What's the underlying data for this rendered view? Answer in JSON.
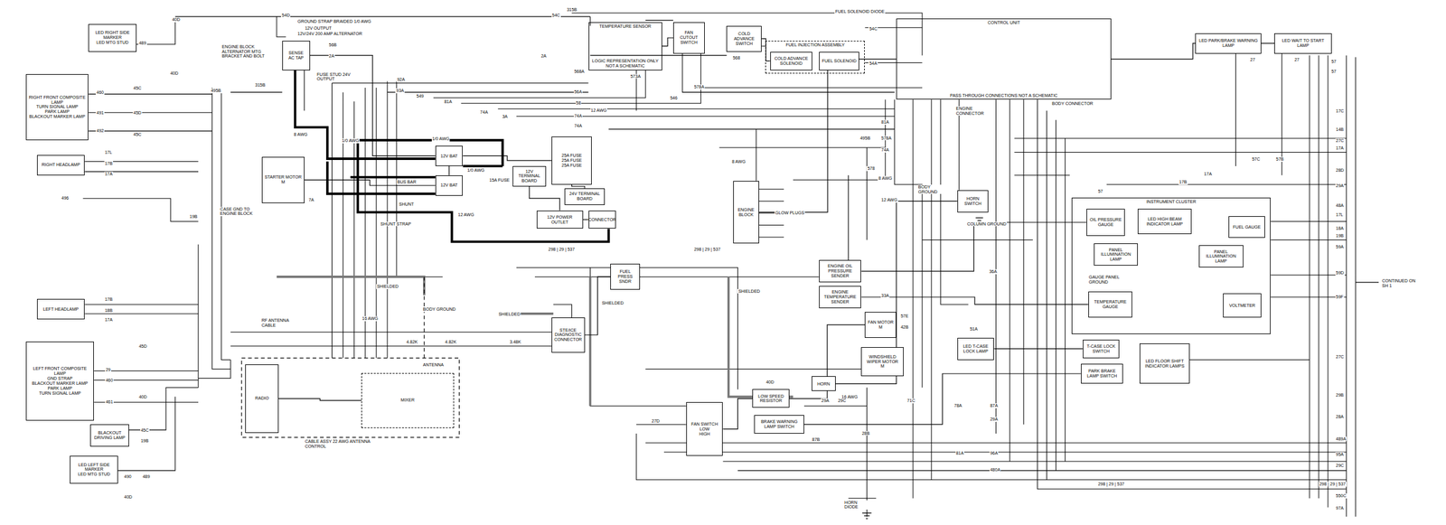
{
  "diagram": {
    "nodes": [
      {
        "text": [
          "CONTROL UNIT",
          "PASS THROUGH CONNECTIONS NOT A SCHEMATIC"
        ]
      },
      {
        "text": [
          "TEMPERATURE SENSOR",
          "LOGIC REPRESENTATION ONLY NOT A SCHEMATIC"
        ]
      },
      {
        "text": [
          "FAN CUTOUT SWITCH"
        ]
      },
      {
        "text": [
          "COLD ADVANCE SWITCH"
        ]
      },
      {
        "text": [
          "FUEL INJECTION ASSEMBLY"
        ]
      },
      {
        "text": [
          "COLD ADVANCE SOLENOID"
        ],
        "in": 4
      },
      {
        "text": [
          "FUEL SOLENOID"
        ],
        "in": 4
      },
      {
        "text": [
          "SENSE",
          "AC TAP"
        ]
      },
      {
        "text": [
          "STARTER MOTOR",
          "M"
        ]
      },
      {
        "text": [
          "12V BAT"
        ]
      },
      {
        "text": [
          "12V BAT"
        ]
      },
      {
        "text": [
          "25A FUSE",
          "25A FUSE",
          "25A FUSE"
        ]
      },
      {
        "text": [
          "12V TERMINAL BOARD"
        ]
      },
      {
        "text": [
          "24V TERMINAL BOARD"
        ]
      },
      {
        "text": [
          "12V POWER OUTLET"
        ]
      },
      {
        "text": [
          "CONNECTOR"
        ]
      },
      {
        "text": [
          "FUEL PRESS SNDR"
        ]
      },
      {
        "text": [
          "STE/ICE DIAGNOSTIC CONNECTOR"
        ]
      },
      {
        "text": [
          "RADIO"
        ]
      },
      {
        "text": [
          "MIXER"
        ]
      },
      {
        "text": [
          "ENGINE BLOCK"
        ]
      },
      {
        "text": [
          "HORN SWITCH"
        ]
      },
      {
        "text": [
          "INSTRUMENT CLUSTER"
        ]
      },
      {
        "text": [
          "OIL PRESSURE GAUGE"
        ],
        "in": 22
      },
      {
        "text": [
          "LED HIGH BEAM INDICATOR LAMP"
        ],
        "in": 22
      },
      {
        "text": [
          "FUEL GAUGE"
        ],
        "in": 22
      },
      {
        "text": [
          "PANEL ILLUMINATION LAMP"
        ],
        "in": 22
      },
      {
        "text": [
          "PANEL ILLUMINATION LAMP"
        ],
        "in": 22
      },
      {
        "text": [
          "TEMPERATURE GAUGE"
        ],
        "in": 22
      },
      {
        "text": [
          "VOLTMETER"
        ],
        "in": 22
      },
      {
        "text": [
          "T-CASE LOCK SWITCH"
        ]
      },
      {
        "text": [
          "PARK BRAKE LAMP SWITCH"
        ]
      },
      {
        "text": [
          "LED FLOOR SHIFT INDICATOR LAMPS"
        ]
      },
      {
        "text": [
          "LED T-CASE LOCK LAMP"
        ]
      },
      {
        "text": [
          "FAN MOTOR",
          "M"
        ]
      },
      {
        "text": [
          "WINDSHIELD WIPER MOTOR",
          "M"
        ]
      },
      {
        "text": [
          "ENGINE OIL PRESSURE SENDER"
        ]
      },
      {
        "text": [
          "ENGINE TEMPERATURE SENDER"
        ]
      },
      {
        "text": [
          "HORN"
        ]
      },
      {
        "text": [
          "FAN SWITCH",
          "LOW",
          "HIGH"
        ]
      },
      {
        "text": [
          "LOW SPEED RESISTOR"
        ]
      },
      {
        "text": [
          "BRAKE WARNING LAMP SWITCH"
        ]
      },
      {
        "text": [
          "RIGHT FRONT COMPOSITE LAMP",
          "TURN SIGNAL LAMP",
          "PARK LAMP",
          "BLACKOUT MARKER LAMP"
        ]
      },
      {
        "text": [
          "RIGHT HEADLAMP"
        ]
      },
      {
        "text": [
          "LEFT HEADLAMP"
        ]
      },
      {
        "text": [
          "LEFT FRONT COMPOSITE LAMP",
          "GND STRAP",
          "BLACKOUT MARKER LAMP",
          "PARK LAMP",
          "TURN SIGNAL LAMP"
        ]
      },
      {
        "text": [
          "BLACKOUT DRIVING LAMP"
        ]
      },
      {
        "text": [
          "LED RIGHT SIDE MARKER",
          "LED MTG STUD"
        ]
      },
      {
        "text": [
          "LED LEFT SIDE MARKER",
          "LED MTG STUD"
        ]
      },
      {
        "text": [
          "LED PARK/BRAKE WARNING LAMP"
        ]
      },
      {
        "text": [
          "LED WAIT TO START LAMP"
        ]
      }
    ],
    "edges": [
      {
        "from": 7,
        "to": 9,
        "arrow": "none"
      },
      {
        "from": 9,
        "to": 10,
        "arrow": "none"
      },
      {
        "from": 10,
        "to": 8,
        "arrow": "none"
      },
      {
        "from": 9,
        "to": 11,
        "arrow": "none"
      },
      {
        "from": 11,
        "to": 13,
        "arrow": "none"
      },
      {
        "from": 12,
        "to": 14,
        "arrow": "none"
      },
      {
        "from": 14,
        "to": 15,
        "arrow": "none"
      },
      {
        "from": 16,
        "to": 17,
        "arrow": "none"
      },
      {
        "from": 36,
        "to": 23,
        "arrow": "none"
      },
      {
        "from": 37,
        "to": 28,
        "arrow": "none"
      },
      {
        "from": 39,
        "to": 40,
        "arrow": "none"
      },
      {
        "from": 40,
        "to": 34,
        "arrow": "none"
      },
      {
        "from": 21,
        "to": 38,
        "arrow": "none"
      },
      {
        "from": 30,
        "to": 33,
        "arrow": "none"
      },
      {
        "from": 41,
        "to": 31,
        "arrow": "none"
      },
      {
        "from": 1,
        "to": 2,
        "arrow": "none"
      },
      {
        "from": 3,
        "to": 5,
        "arrow": "none"
      },
      {
        "from": 18,
        "to": 19,
        "arrow": "none"
      },
      {
        "from": 0,
        "to": 50,
        "arrow": "none"
      },
      {
        "from": 20,
        "to": 0,
        "arrow": "none"
      }
    ],
    "labels": [
      "GROUND STRAP BRAIDED 1/0 AWG",
      "12V OUTPUT",
      "12V/24V 200 AMP ALTERNATOR",
      "ENGINE BLOCK ALTERNATOR MTG BRACKET AND BOLT",
      "FUSE STUD 24V OUTPUT",
      "54D",
      "56B",
      "2A",
      "315B",
      "495B",
      "2A",
      "54C",
      "315B",
      "92A",
      "93A",
      "549",
      "81A",
      "74A",
      "3A",
      "568A",
      "56A",
      "58",
      "74A",
      "74A",
      "573A",
      "546",
      "578A",
      "12 AWG",
      "568",
      "54C",
      "54A",
      "FUEL SOLENOID DIODE",
      "ENGINE CONNECTOR",
      "BODY CONNECTOR",
      "8 AWG",
      "1/0 AWG",
      "1/0 AWG",
      "1/0 AWG",
      "BUS BAR",
      "15A FUSE",
      "12 AWG",
      "SHUNT",
      "SHUNT STRAP",
      "CASE GND TO ENGINE BLOCK",
      "7A",
      "8 AWG",
      "8 AWG",
      "12 AWG",
      "BODY GROUND",
      "COLUMN GROUND",
      "GLOW PLUGS",
      "SHIELDED",
      "SHIELDED",
      "SHIELDED",
      "SHIELDED",
      "BODY GROUND",
      "16 AWG",
      "16 AWG",
      "GAUGE PANEL GROUND",
      "RF ANTENNA CABLE",
      "ANTENNA",
      "CABLE ASSY 22 AWG ANTENNA CONTROL",
      "HORN DIODE",
      "CONTINUED ON SH 1",
      "298 | 29 | 537",
      "298 | 29 | 537",
      "298 | 29 | 537",
      "298 | 29 | 537",
      "4.82K",
      "4.82K",
      "3.48K",
      "40D",
      "40D",
      "489",
      "460",
      "45C",
      "491",
      "45D",
      "492",
      "45C",
      "17L",
      "17B",
      "17A",
      "496",
      "19B",
      "17B",
      "18B",
      "17A",
      "29",
      "460",
      "461",
      "45D",
      "40D",
      "45C",
      "19B",
      "490",
      "489",
      "40D",
      "57",
      "57",
      "17C",
      "14B",
      "27C",
      "17A",
      "28D",
      "29A",
      "48A",
      "17L",
      "18A",
      "19B",
      "59A",
      "59D",
      "59F",
      "27C",
      "29B",
      "28A",
      "489A",
      "95A",
      "29C",
      "550C",
      "97A",
      "27D",
      "40D",
      "87B",
      "29A",
      "29C",
      "28B",
      "71C",
      "78A",
      "87A",
      "29A",
      "81A",
      "96A",
      "480A",
      "81A",
      "495B",
      "578A",
      "74A",
      "578",
      "57",
      "17A",
      "17B",
      "57C",
      "57B",
      "27",
      "27",
      "51A",
      "57E",
      "42B",
      "36A",
      "33A"
    ]
  }
}
